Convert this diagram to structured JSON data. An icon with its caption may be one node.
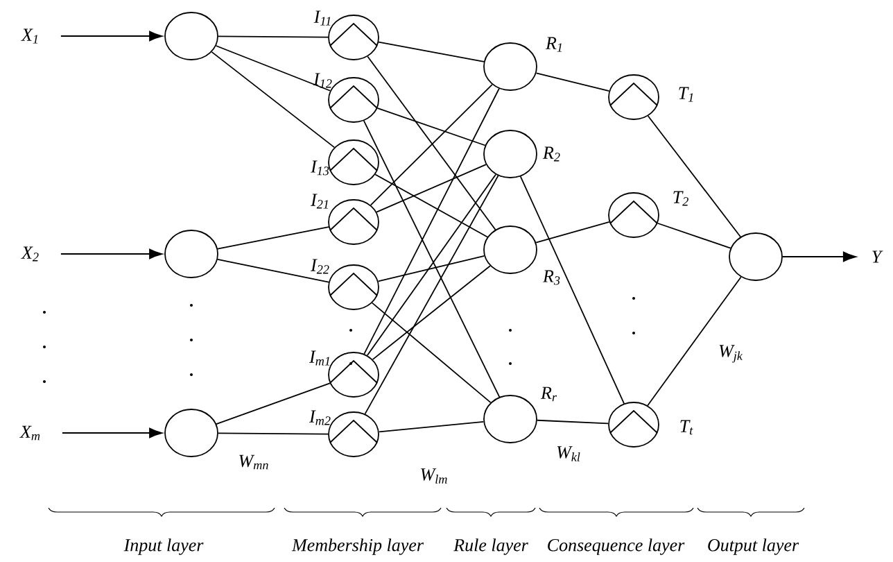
{
  "diagram": {
    "nodes": [
      {
        "text": [
          "*X*$_{1}$"
        ]
      },
      {
        "text": [
          "*X*$_{2}$"
        ]
      },
      {
        "text": [
          "*X*$_{m}$"
        ]
      },
      {
        "text": [],
        "shape": "circle"
      },
      {
        "text": [],
        "shape": "circle"
      },
      {
        "text": [],
        "shape": "circle"
      },
      {
        "text": [],
        "shape": "circle",
        "beside": [
          "*I*$_{11}$"
        ]
      },
      {
        "text": [],
        "shape": "circle",
        "beside": [
          "*I*$_{12}$"
        ]
      },
      {
        "text": [],
        "shape": "circle",
        "beside": [
          "*I*$_{13}$"
        ]
      },
      {
        "text": [],
        "shape": "circle",
        "beside": [
          "*I*$_{21}$"
        ]
      },
      {
        "text": [],
        "shape": "circle",
        "beside": [
          "*I*$_{22}$"
        ]
      },
      {
        "text": [],
        "shape": "circle",
        "beside": [
          "*I*$_{m1}$"
        ]
      },
      {
        "text": [],
        "shape": "circle",
        "beside": [
          "*I*$_{m2}$"
        ]
      },
      {
        "text": [],
        "shape": "circle",
        "beside": [
          "*R*$_{1}$"
        ]
      },
      {
        "text": [],
        "shape": "circle",
        "beside": [
          "*R*$_{2}$"
        ]
      },
      {
        "text": [],
        "shape": "circle",
        "beside": [
          "*R*$_{3}$"
        ]
      },
      {
        "text": [],
        "shape": "circle",
        "beside": [
          "*R*$_{r}$"
        ]
      },
      {
        "text": [],
        "shape": "circle",
        "beside": [
          "*T*$_{1}$"
        ]
      },
      {
        "text": [],
        "shape": "circle",
        "beside": [
          "*T*$_{2}$"
        ]
      },
      {
        "text": [],
        "shape": "circle",
        "beside": [
          "*T*$_{t}$"
        ]
      },
      {
        "text": [],
        "shape": "circle"
      },
      {
        "text": [
          "*Y*"
        ]
      }
    ],
    "edges": [
      {
        "from": 0,
        "to": 3,
        "arrow": "to"
      },
      {
        "from": 1,
        "to": 4,
        "arrow": "to"
      },
      {
        "from": 2,
        "to": 5,
        "arrow": "to"
      },
      {
        "from": 3,
        "to": 6,
        "arrow": "none"
      },
      {
        "from": 3,
        "to": 7,
        "arrow": "none"
      },
      {
        "from": 3,
        "to": 8,
        "arrow": "none"
      },
      {
        "from": 4,
        "to": 9,
        "arrow": "none"
      },
      {
        "from": 4,
        "to": 10,
        "arrow": "none"
      },
      {
        "from": 5,
        "to": 11,
        "arrow": "none"
      },
      {
        "from": 5,
        "to": 12,
        "arrow": "none"
      },
      {
        "from": 6,
        "to": 13,
        "arrow": "none"
      },
      {
        "from": 6,
        "to": 15,
        "arrow": "none"
      },
      {
        "from": 7,
        "to": 14,
        "arrow": "none"
      },
      {
        "from": 7,
        "to": 16,
        "arrow": "none"
      },
      {
        "from": 8,
        "to": 15,
        "arrow": "none"
      },
      {
        "from": 9,
        "to": 13,
        "arrow": "none"
      },
      {
        "from": 9,
        "to": 14,
        "arrow": "none"
      },
      {
        "from": 10,
        "to": 15,
        "arrow": "none"
      },
      {
        "from": 10,
        "to": 16,
        "arrow": "none"
      },
      {
        "from": 11,
        "to": 13,
        "arrow": "none"
      },
      {
        "from": 11,
        "to": 14,
        "arrow": "none"
      },
      {
        "from": 11,
        "to": 15,
        "arrow": "none"
      },
      {
        "from": 12,
        "to": 14,
        "arrow": "none"
      },
      {
        "from": 12,
        "to": 16,
        "arrow": "none"
      },
      {
        "from": 13,
        "to": 17,
        "arrow": "none"
      },
      {
        "from": 14,
        "to": 19,
        "arrow": "none"
      },
      {
        "from": 15,
        "to": 18,
        "arrow": "none"
      },
      {
        "from": 16,
        "to": 19,
        "arrow": "none"
      },
      {
        "from": 17,
        "to": 20,
        "arrow": "none"
      },
      {
        "from": 18,
        "to": 20,
        "arrow": "none"
      },
      {
        "from": 19,
        "to": 20,
        "arrow": "none"
      },
      {
        "from": 20,
        "to": 21,
        "arrow": "to"
      }
    ],
    "labels": [
      "*W*$_{jk}$",
      "*W*$_{mn}$",
      "*W*$_{lm}$",
      "*W*$_{kl}$",
      "Input layer",
      "Membership layer",
      "Rule layer",
      "Consequence layer",
      "Output layer"
    ]
  }
}
